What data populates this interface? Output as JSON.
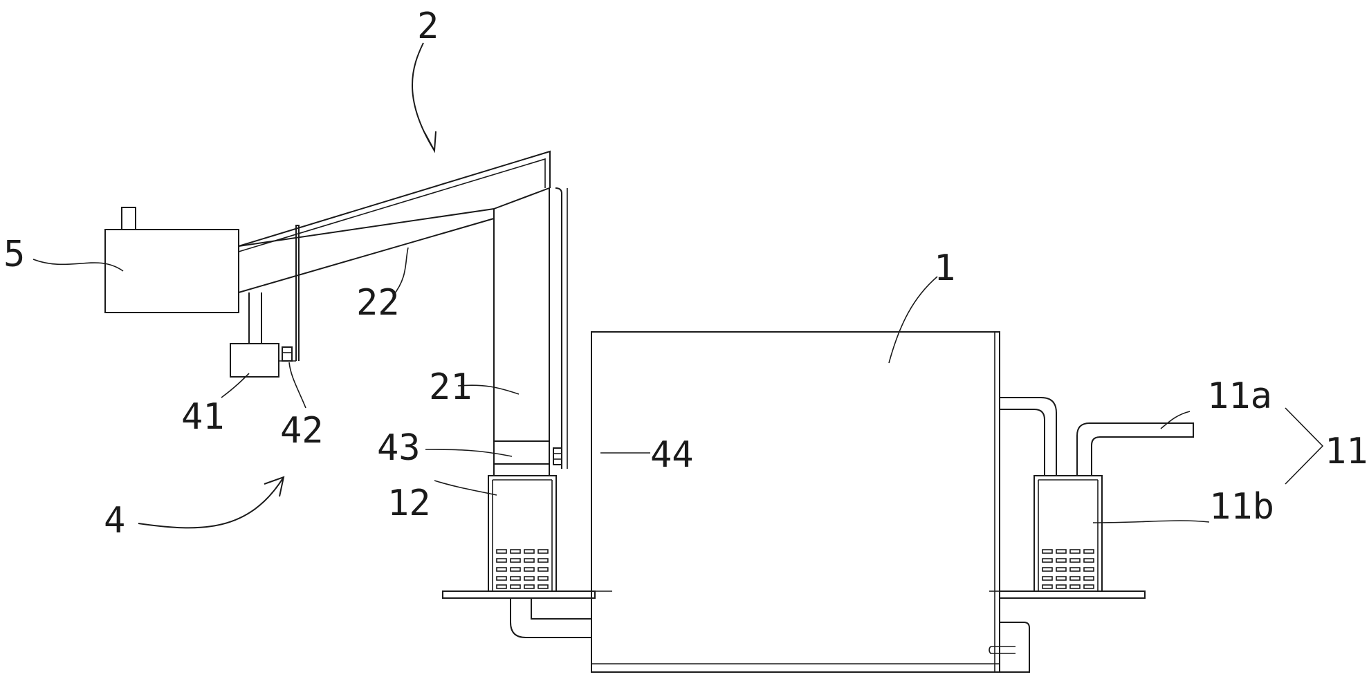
{
  "labels": {
    "l1": "1",
    "l2": "2",
    "l4": "4",
    "l5": "5",
    "l11": "11",
    "l11a": "11a",
    "l11b": "11b",
    "l12": "12",
    "l21": "21",
    "l22": "22",
    "l41": "41",
    "l42": "42",
    "l43": "43",
    "l44": "44"
  },
  "colors": {
    "ink": "#1a1a1a",
    "background": "#ffffff"
  }
}
